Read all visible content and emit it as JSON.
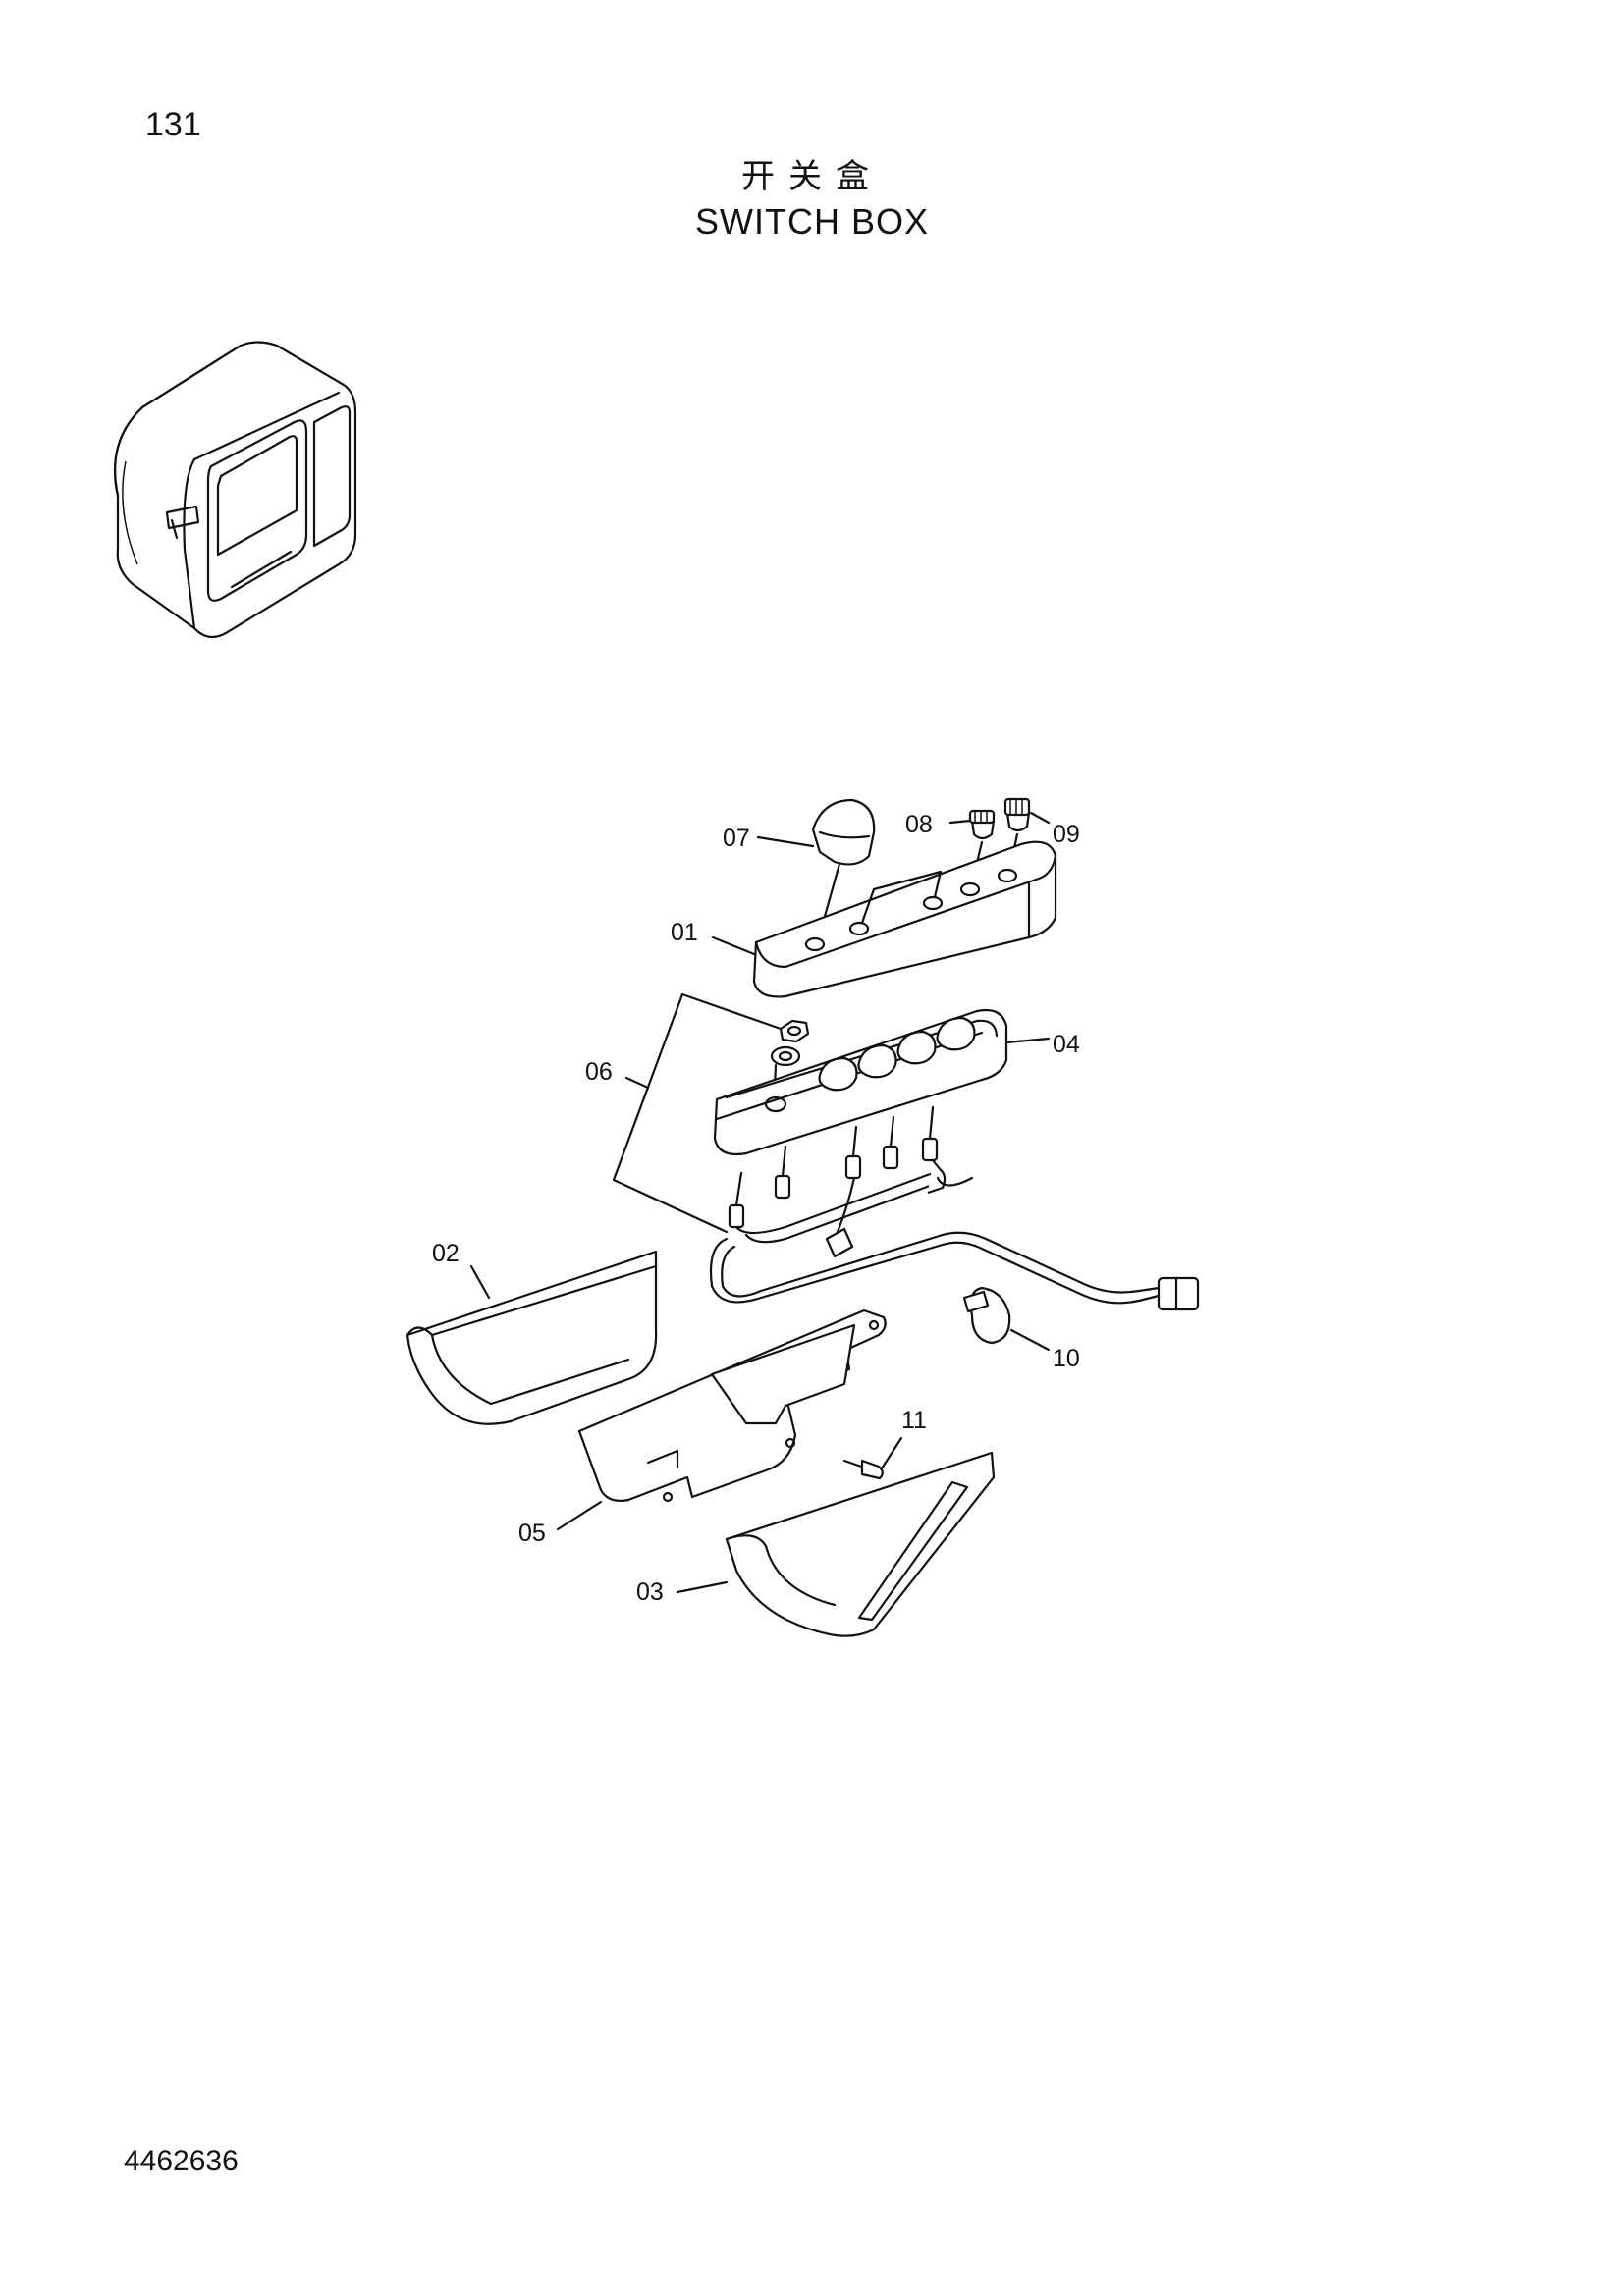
{
  "page": {
    "page_number": "131",
    "title_cn": "开关盒",
    "title_en": "SWITCH BOX",
    "document_id": "4462636"
  },
  "callouts": {
    "p01": "01",
    "p02": "02",
    "p03": "03",
    "p04": "04",
    "p05": "05",
    "p06": "06",
    "p07": "07",
    "p08": "08",
    "p09": "09",
    "p10": "10",
    "p11": "11"
  }
}
